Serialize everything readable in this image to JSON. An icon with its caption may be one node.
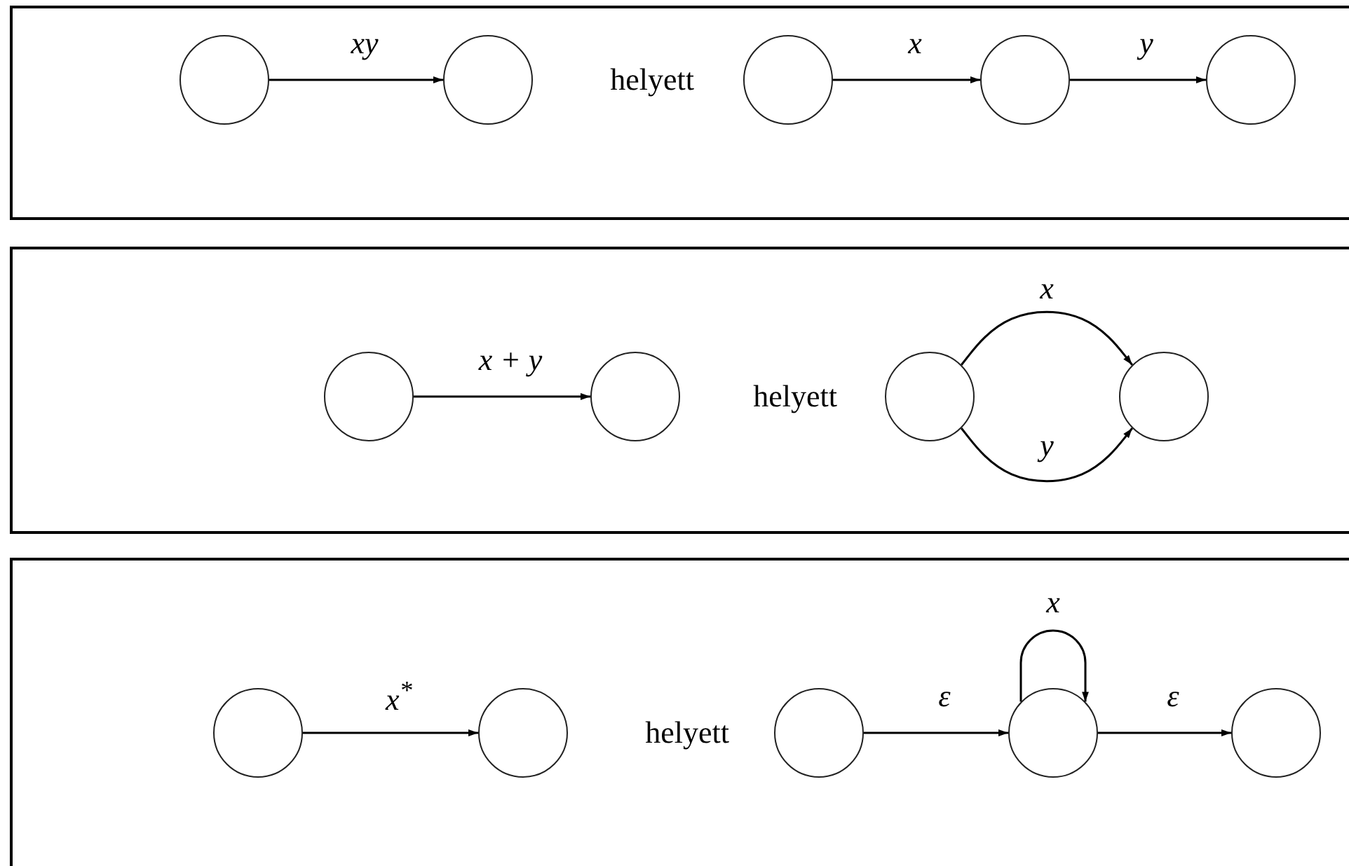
{
  "diagram": {
    "nodes": [
      {
        "text": [],
        "shape": "box"
      },
      {
        "text": [],
        "shape": "circle",
        "in": 0
      },
      {
        "text": [],
        "shape": "circle",
        "in": 0
      },
      {
        "text": [],
        "shape": "circle",
        "in": 0
      },
      {
        "text": [],
        "shape": "circle",
        "in": 0
      },
      {
        "text": [],
        "shape": "circle",
        "in": 0
      },
      {
        "text": [],
        "shape": "box"
      },
      {
        "text": [],
        "shape": "circle",
        "in": 6
      },
      {
        "text": [],
        "shape": "circle",
        "in": 6
      },
      {
        "text": [],
        "shape": "circle",
        "in": 6
      },
      {
        "text": [],
        "shape": "circle",
        "in": 6
      },
      {
        "text": [],
        "shape": "box"
      },
      {
        "text": [],
        "shape": "circle",
        "in": 11
      },
      {
        "text": [],
        "shape": "circle",
        "in": 11
      },
      {
        "text": [],
        "shape": "circle",
        "in": 11
      },
      {
        "text": [],
        "shape": "circle",
        "in": 11
      },
      {
        "text": [],
        "shape": "circle",
        "in": 11
      }
    ],
    "edges": [
      {
        "from": 1,
        "to": 2,
        "arrow": "to",
        "label": "xy"
      },
      {
        "from": 3,
        "to": 4,
        "arrow": "to",
        "label": "x"
      },
      {
        "from": 4,
        "to": 5,
        "arrow": "to",
        "label": "y"
      },
      {
        "from": 7,
        "to": 8,
        "arrow": "to",
        "label": "x + y"
      },
      {
        "from": 9,
        "to": 10,
        "arrow": "to",
        "label": "x"
      },
      {
        "from": 9,
        "to": 10,
        "arrow": "to",
        "label": "y"
      },
      {
        "from": 12,
        "to": 13,
        "arrow": "to",
        "label": "x$^{*}$"
      },
      {
        "from": 14,
        "to": 15,
        "arrow": "to",
        "label": "ε"
      },
      {
        "from": 15,
        "to": 15,
        "arrow": "to",
        "label": "x"
      },
      {
        "from": 15,
        "to": 16,
        "arrow": "to",
        "label": "ε"
      }
    ],
    "labels": [
      "helyett",
      "helyett",
      "helyett"
    ]
  }
}
